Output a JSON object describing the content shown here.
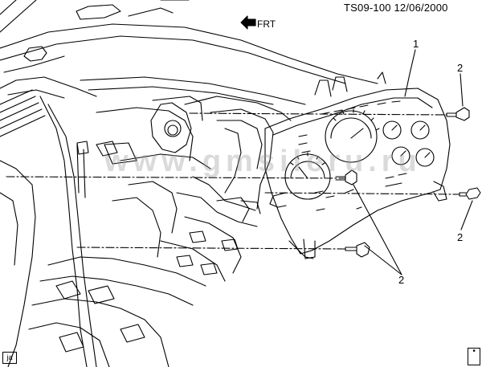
{
  "header": {
    "reference_code": "TS09-100  12/06/2000",
    "direction_label": "FRT"
  },
  "callouts": {
    "instrument_cluster": "1",
    "upper_bolt": "2",
    "right_bolt": "2",
    "lower_bolts": "2"
  },
  "footer": {
    "artist_initials": "ja"
  },
  "watermark": {
    "text": "www.gmsileru.ru"
  },
  "colors": {
    "line": "#000000",
    "background": "#ffffff",
    "watermark": "#9a9a9a"
  }
}
